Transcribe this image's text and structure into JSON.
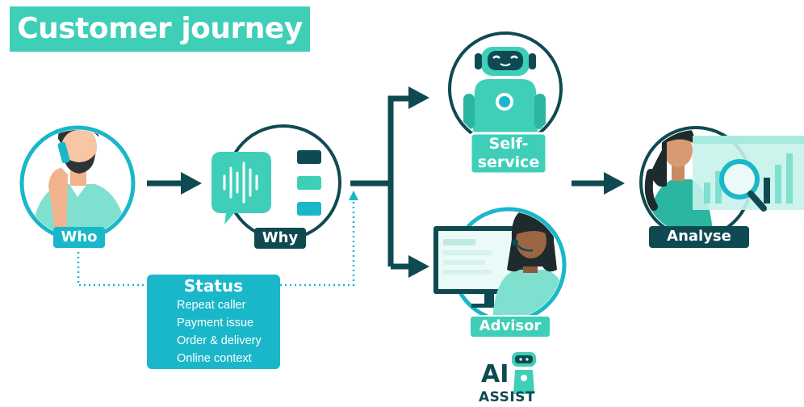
{
  "title": "Customer journey",
  "nodes": {
    "who": "Who",
    "why": "Why",
    "self_service_line1": "Self-",
    "self_service_line2": "service",
    "advisor": "Advisor",
    "analyse": "Analyse"
  },
  "status": {
    "title": "Status",
    "items": [
      {
        "label": "Repeat caller",
        "icon": "phone-icon"
      },
      {
        "label": "Payment issue",
        "icon": "receipt-icon"
      },
      {
        "label": "Order & delivery",
        "icon": "truck-icon"
      },
      {
        "label": "Online context",
        "icon": "laptop-icon"
      }
    ]
  },
  "ai_assist": {
    "line1": "AI",
    "line2": "ASSIST"
  },
  "colors": {
    "teal": "#3fcfb8",
    "dark_teal": "#0f4a52",
    "cyan": "#19b7c9",
    "light_teal": "#7fe0d0"
  }
}
